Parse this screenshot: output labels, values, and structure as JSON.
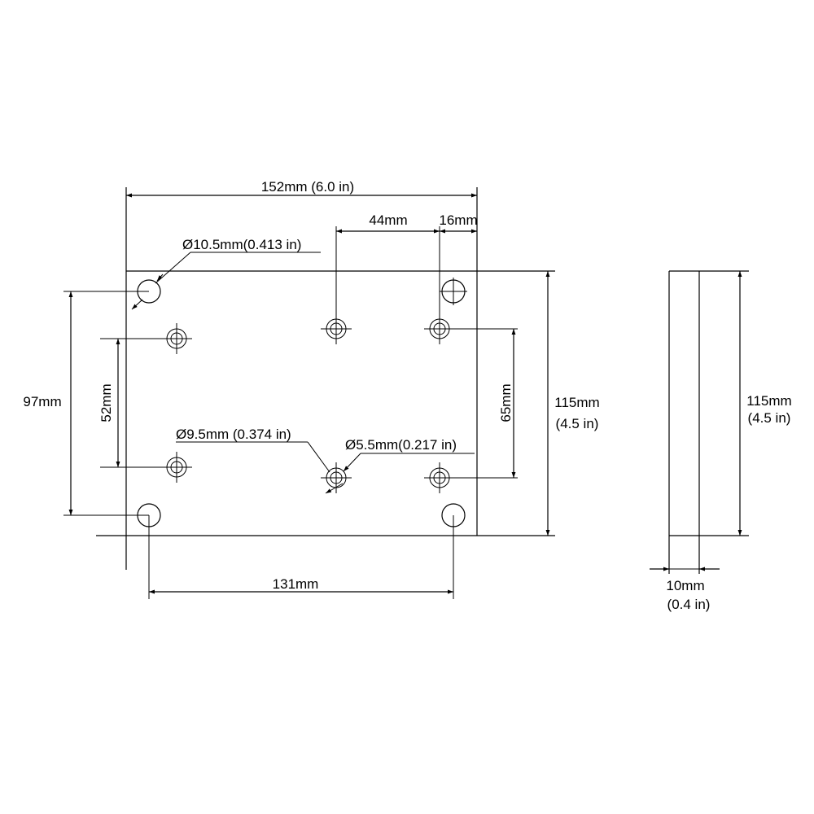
{
  "colors": {
    "line": "#000000",
    "background": "#ffffff"
  },
  "front_view": {
    "width_dim": "152mm (6.0 in)",
    "hole_spacing_44": "44mm",
    "edge_offset_16": "16mm",
    "large_hole_dia": "Ø10.5mm(0.413 in)",
    "height_97": "97mm",
    "spacing_52": "52mm",
    "spacing_65": "65mm",
    "height_115": "115mm",
    "height_115_in": "(4.5 in)",
    "counterbore_dia": "Ø9.5mm (0.374 in)",
    "thru_hole_dia": "Ø5.5mm(0.217 in)",
    "spacing_131": "131mm"
  },
  "side_view": {
    "height_115": "115mm",
    "height_115_in": "(4.5 in)",
    "thickness": "10mm",
    "thickness_in": "(0.4 in)"
  }
}
